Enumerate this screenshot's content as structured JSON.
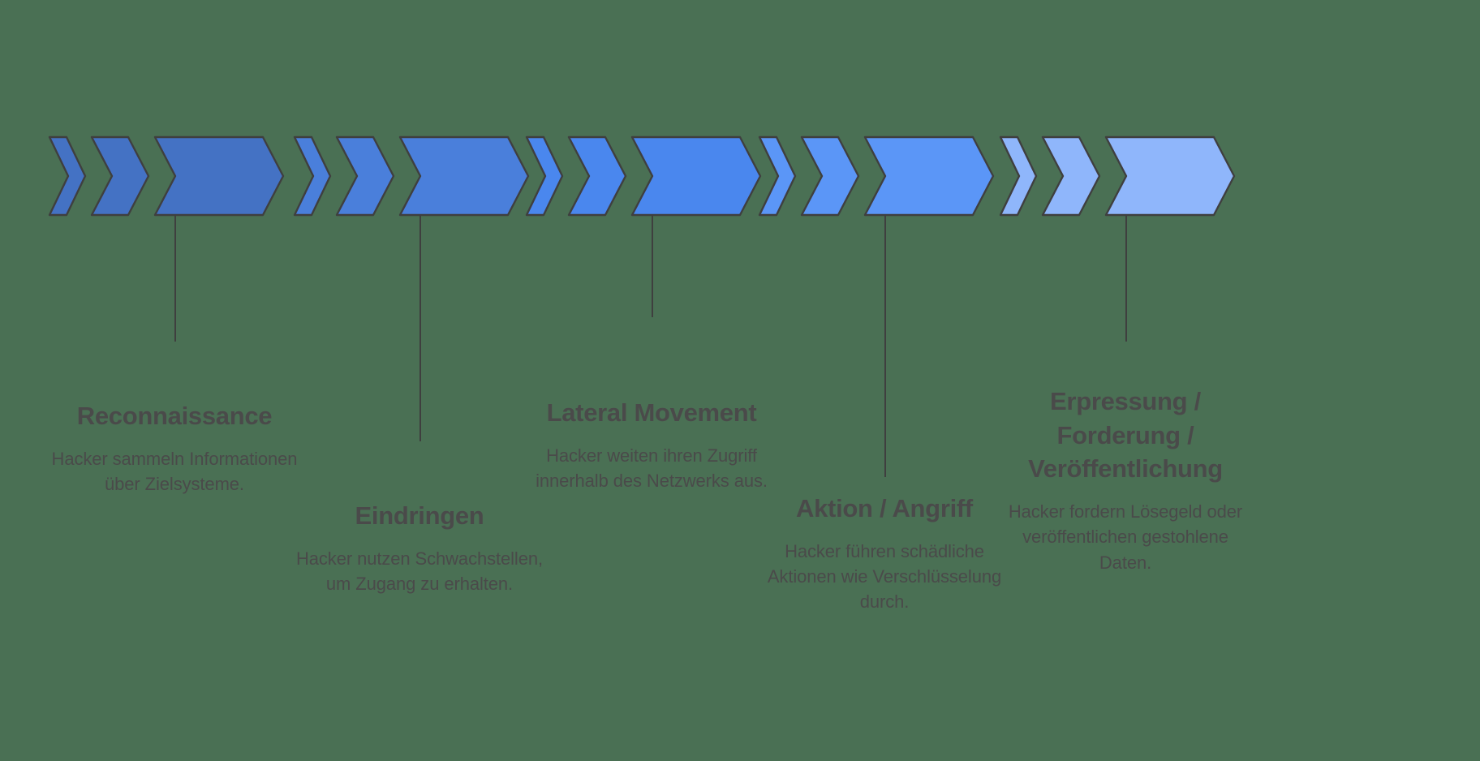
{
  "diagram": {
    "type": "process-chain",
    "background_color": "#4a7054",
    "text_color": "#4a4a4a",
    "chevron_outline_color": "#3f3f3f",
    "stage_count": 5,
    "stages": [
      {
        "index": 1,
        "title": "Reconnaissance",
        "description": "Hacker sammeln Informationen über Zielsysteme.",
        "chevron_color": "#4472c4"
      },
      {
        "index": 2,
        "title": "Eindringen",
        "description": "Hacker nutzen Schwachstellen, um Zugang zu erhalten.",
        "chevron_color": "#4a7fdb"
      },
      {
        "index": 3,
        "title": "Lateral Movement",
        "description": "Hacker weiten ihren Zugriff innerhalb des Netzwerks aus.",
        "chevron_color": "#4a87ee"
      },
      {
        "index": 4,
        "title": "Aktion / Angriff",
        "description": "Hacker führen schädliche Aktionen wie Verschlüsselung durch.",
        "chevron_color": "#5b96f7"
      },
      {
        "index": 5,
        "title": "Erpressung / Forderung / Veröffentlichung",
        "description": "Hacker fordern Lösegeld oder veröffentlichen gestohlene Daten.",
        "chevron_color": "#8fb6fb"
      }
    ]
  }
}
